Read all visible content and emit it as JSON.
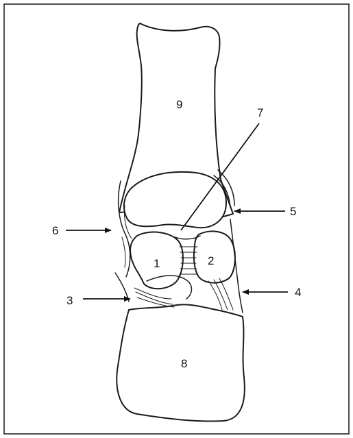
{
  "figure": {
    "labels": {
      "sesamoid_medial": "1",
      "sesamoid_lateral": "2",
      "label_3": "3",
      "label_4": "4",
      "label_5": "5",
      "label_6": "6",
      "label_7": "7",
      "bone_lower": "8",
      "bone_upper": "9"
    }
  }
}
